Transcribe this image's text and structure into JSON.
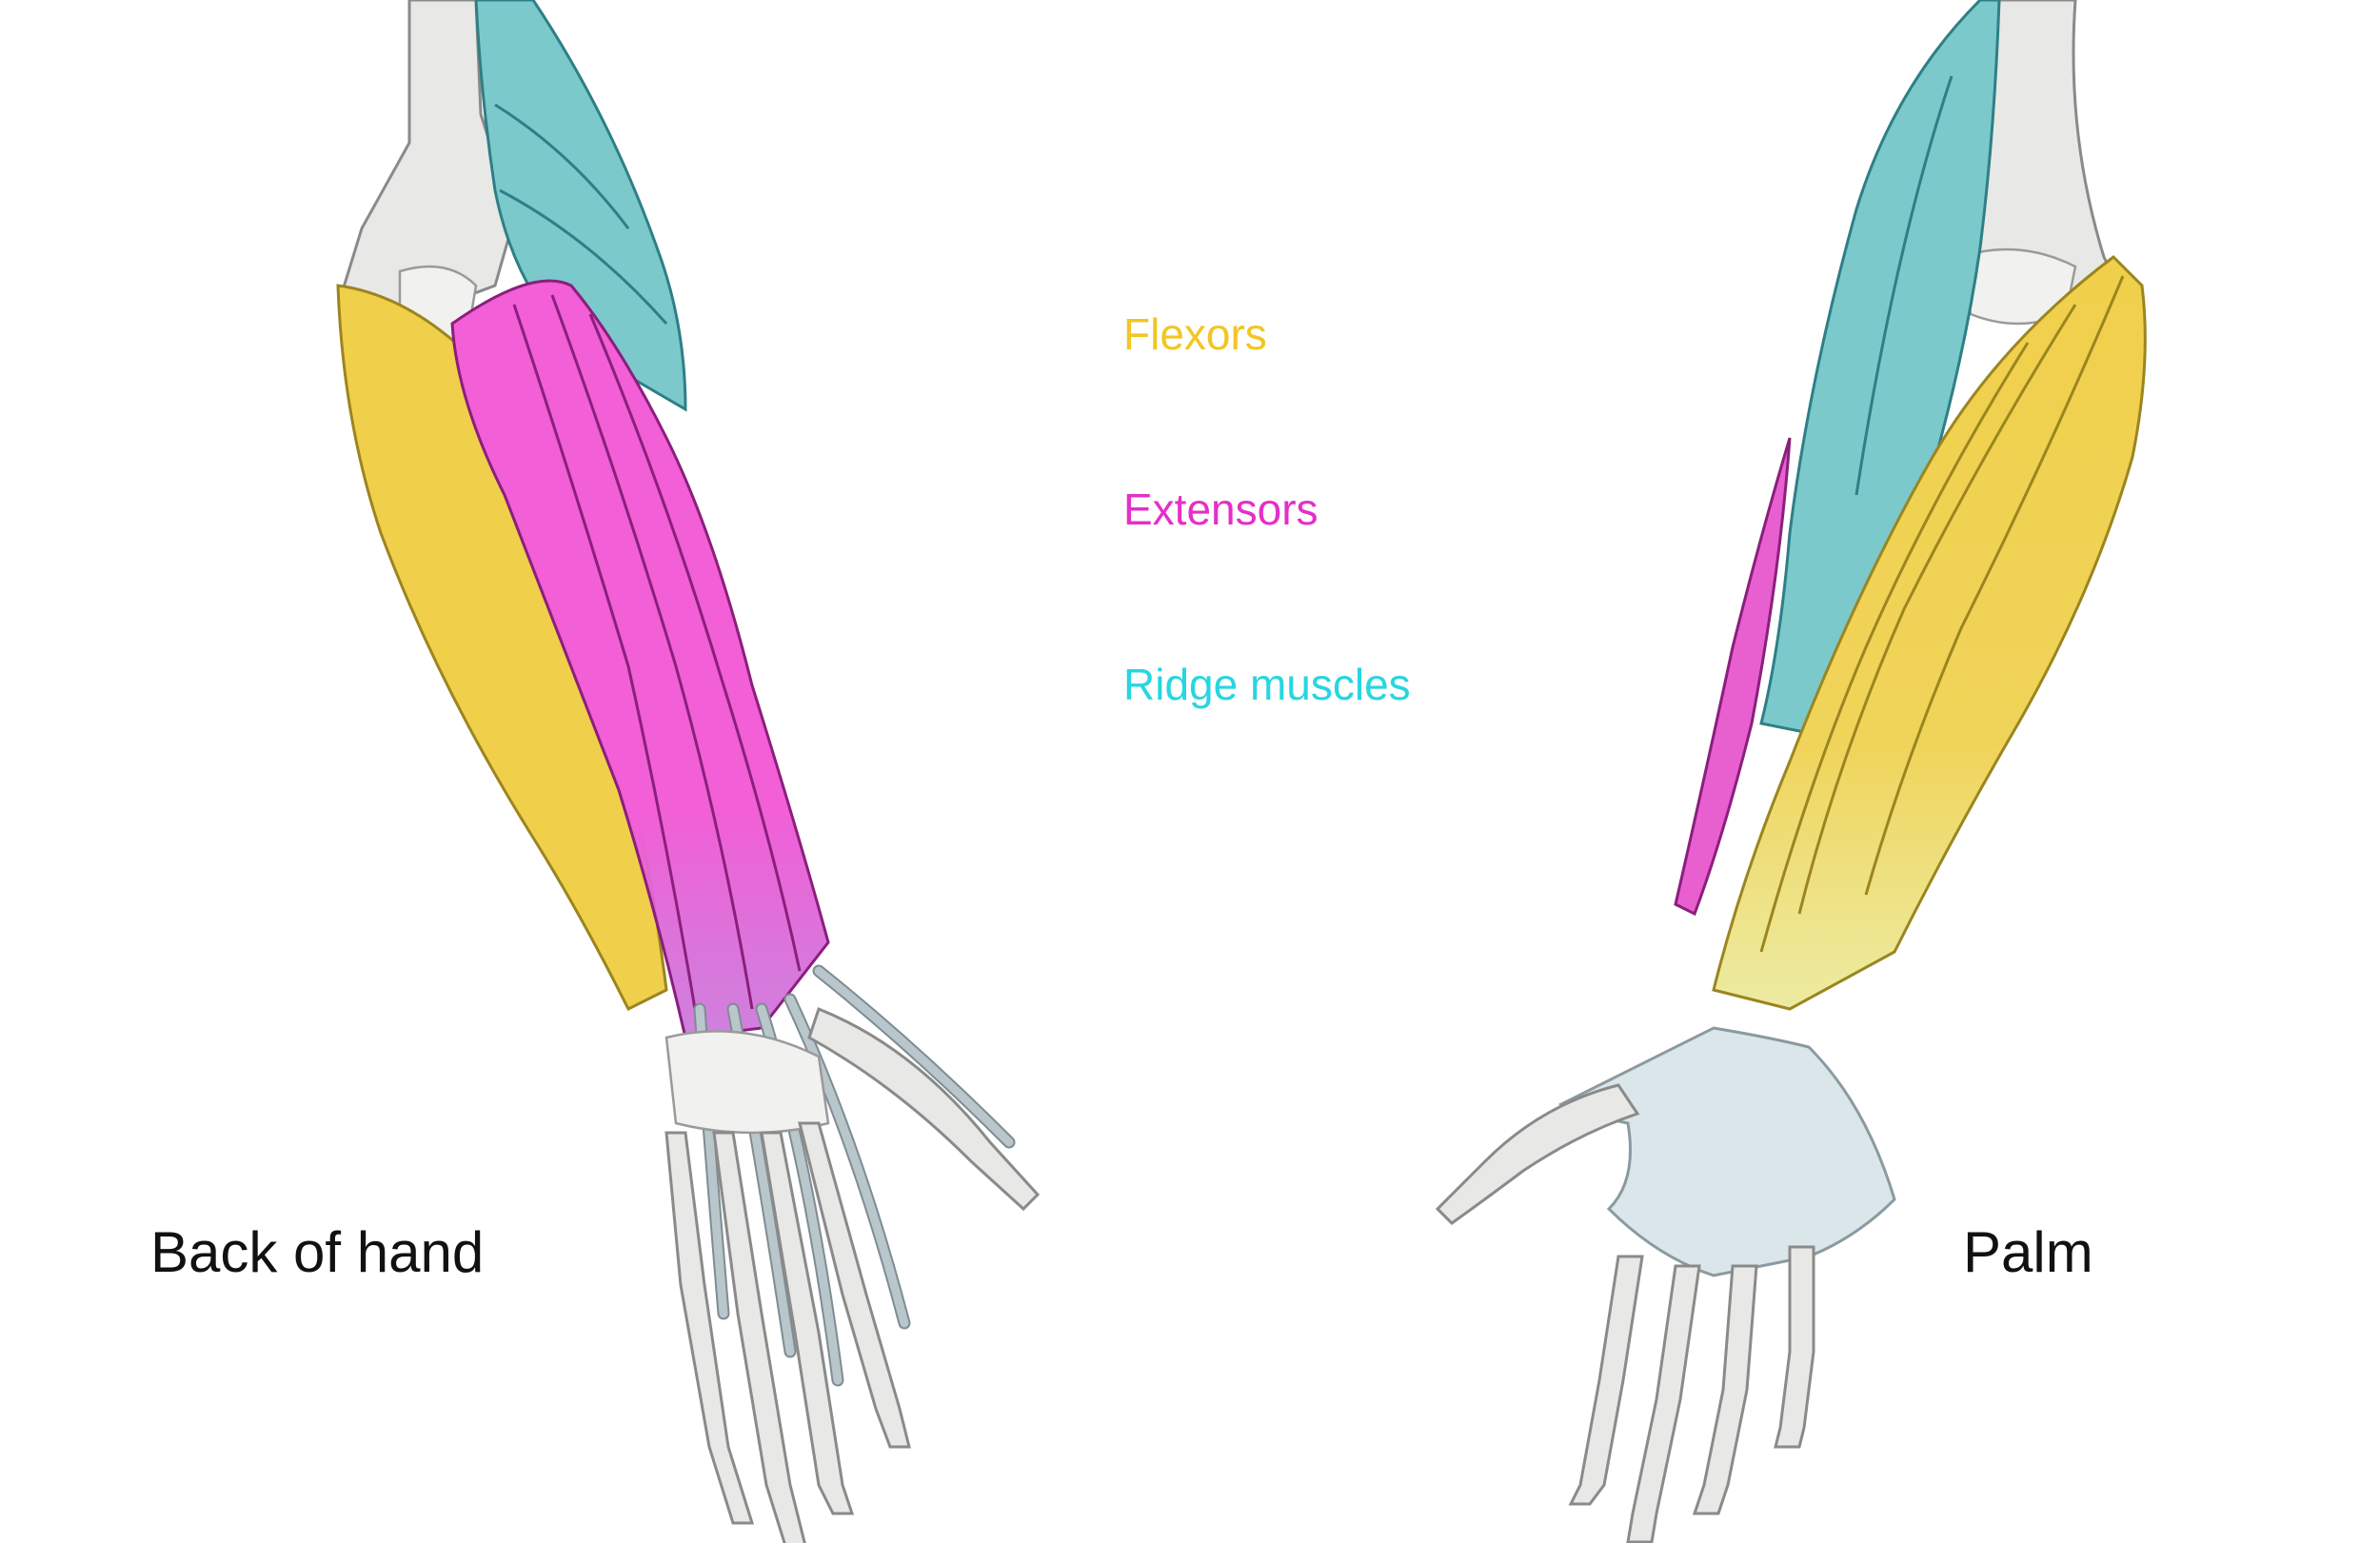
{
  "legend": {
    "flexors": {
      "label": "Flexors",
      "color": "#f2c623"
    },
    "extensors": {
      "label": "Extensors",
      "color": "#e52fc8"
    },
    "ridge": {
      "label": "Ridge muscles",
      "color": "#27d6e0"
    }
  },
  "views": {
    "back": {
      "label": "Back of hand"
    },
    "palm": {
      "label": "Palm"
    }
  },
  "colors": {
    "flexor_fill": "#f0cf4a",
    "extensor_fill": "#f26ad8",
    "ridge_fill": "#7cc9cc",
    "bone": "#e8e8e6",
    "aponeurosis": "#dbe6ea"
  }
}
